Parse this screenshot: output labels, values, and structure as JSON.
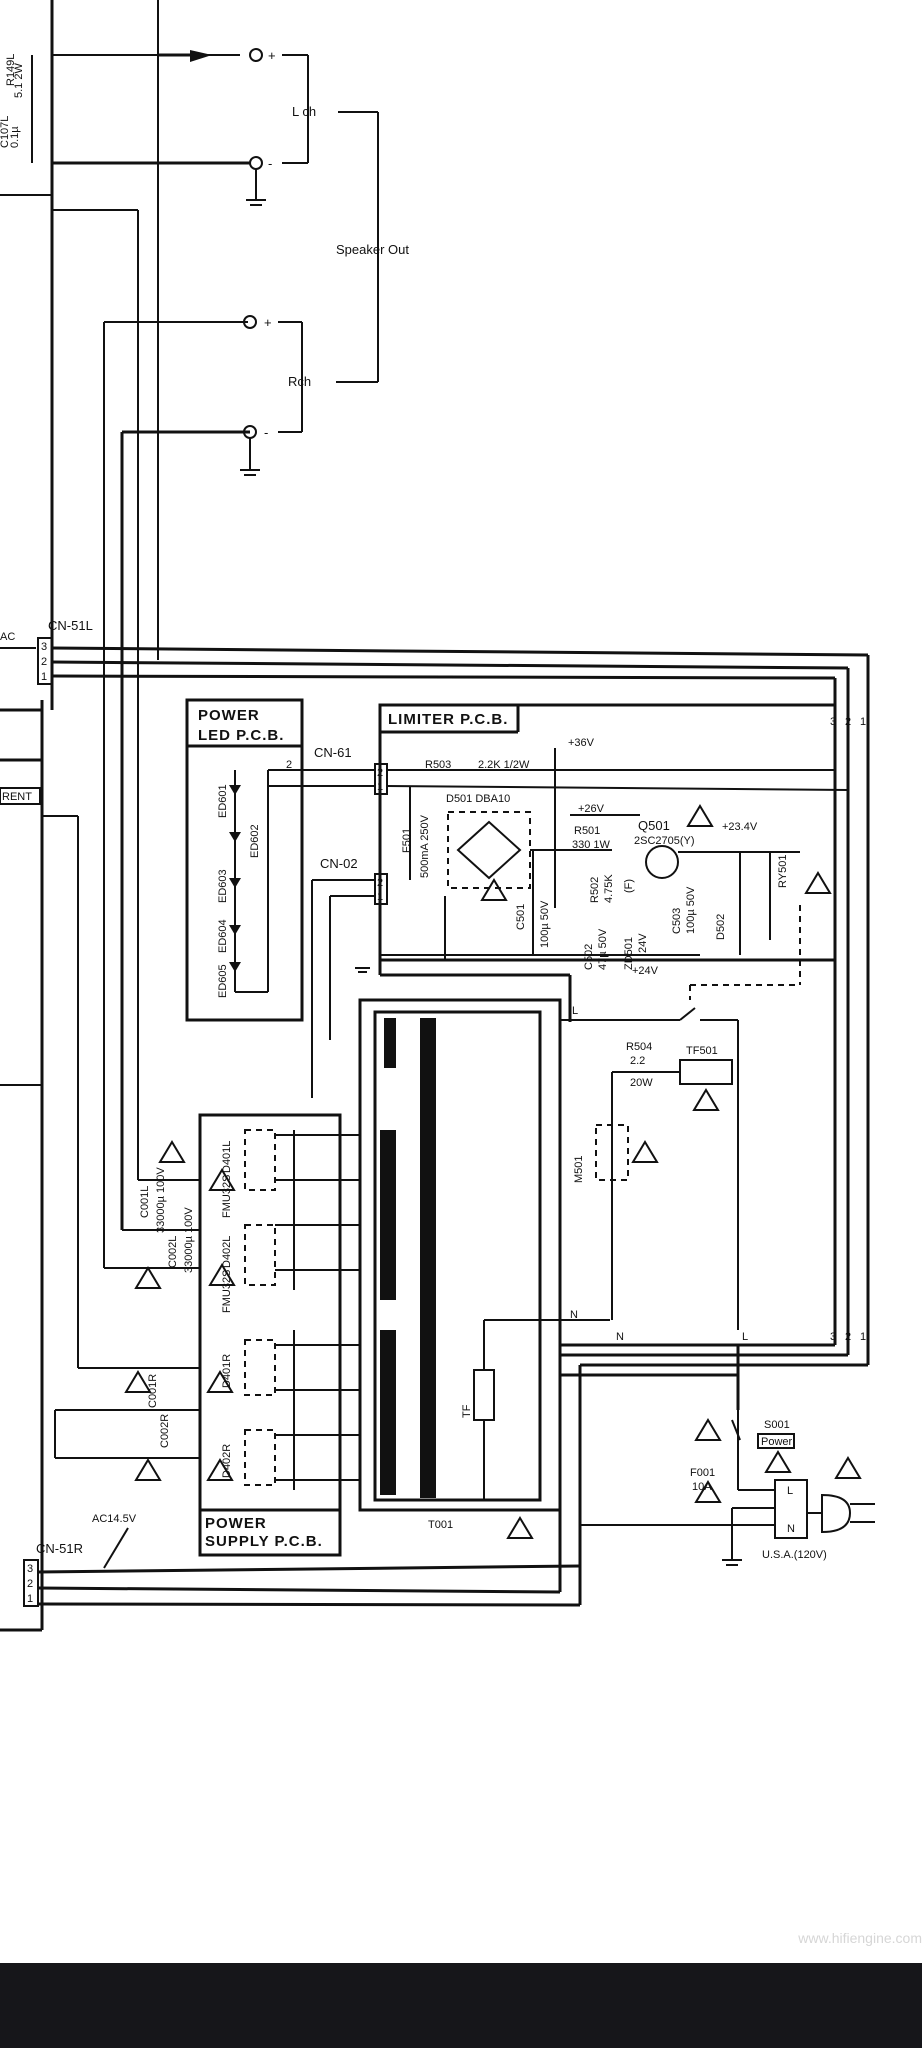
{
  "speaker": {
    "lch": "L ch",
    "rch": "Rch",
    "speaker_out": "Speaker Out",
    "plus": "+",
    "minus": "-"
  },
  "left_parts": {
    "r149l": "R149L",
    "r149l_val": "5.1 2W",
    "c107l": "C107L",
    "c107l_val": "0.1µ",
    "ac": "AC",
    "rent": "RENT"
  },
  "connectors": {
    "cn51l": "CN-51L",
    "cn51r": "CN-51R",
    "cn61": "CN-61",
    "cn02": "CN-02",
    "p3": "3",
    "p2": "2",
    "p1": "1"
  },
  "power_led": {
    "title1": "POWER",
    "title2": "LED P.C.B.",
    "leds": [
      "ED601",
      "ED602",
      "ED603",
      "ED604",
      "ED605"
    ]
  },
  "limiter": {
    "title": "LIMITER P.C.B.",
    "r503": "R503",
    "r503_val": "2.2K 1/2W",
    "v36": "+36V",
    "d501": "D501 DBA10",
    "f501": "F501",
    "f501_val": "500mA 250V",
    "v26": "+26V",
    "r501": "R501",
    "r501_val": "330 1W",
    "q501": "Q501",
    "q501_val": "2SC2705(Y)",
    "v234": "+23.4V",
    "r502": "R502",
    "r502_val": "4.75K",
    "r502_f": "(F)",
    "c501": "C501",
    "c501_val": "100µ 50V",
    "c502": "C502",
    "c502_val": "47µ 50V",
    "zd501": "ZD501",
    "zd501_val": "24V",
    "c503": "C503",
    "c503_val": "100µ 50V",
    "d502": "D502",
    "ry501": "RY501",
    "v24": "+24V"
  },
  "power_supply": {
    "title1": "POWER",
    "title2": "SUPPLY P.C.B.",
    "c001l": "C001L",
    "c001l_val": "33000µ 100V",
    "c002l": "C002L",
    "c002l_val": "33000µ 100V",
    "d401l": "D401L",
    "d401l_val": "FMU32S",
    "d402l": "D402L",
    "d402l_val": "FMU32S",
    "c001r": "C001R",
    "c002r": "C002R",
    "d401r": "D401R",
    "d402r": "D402R",
    "ac145": "AC14.5V"
  },
  "transformer": {
    "t001": "T001",
    "tf": "TF",
    "tf501": "TF501",
    "r504": "R504",
    "r504_val": "2.2",
    "r504_w": "20W",
    "m501": "M501",
    "l": "L",
    "n": "N"
  },
  "mains": {
    "s001": "S001",
    "power": "Power",
    "f001": "F001",
    "f001_val": "10A",
    "usa": "U.S.A.(120V)"
  },
  "watermark": "www.hifiengine.com"
}
